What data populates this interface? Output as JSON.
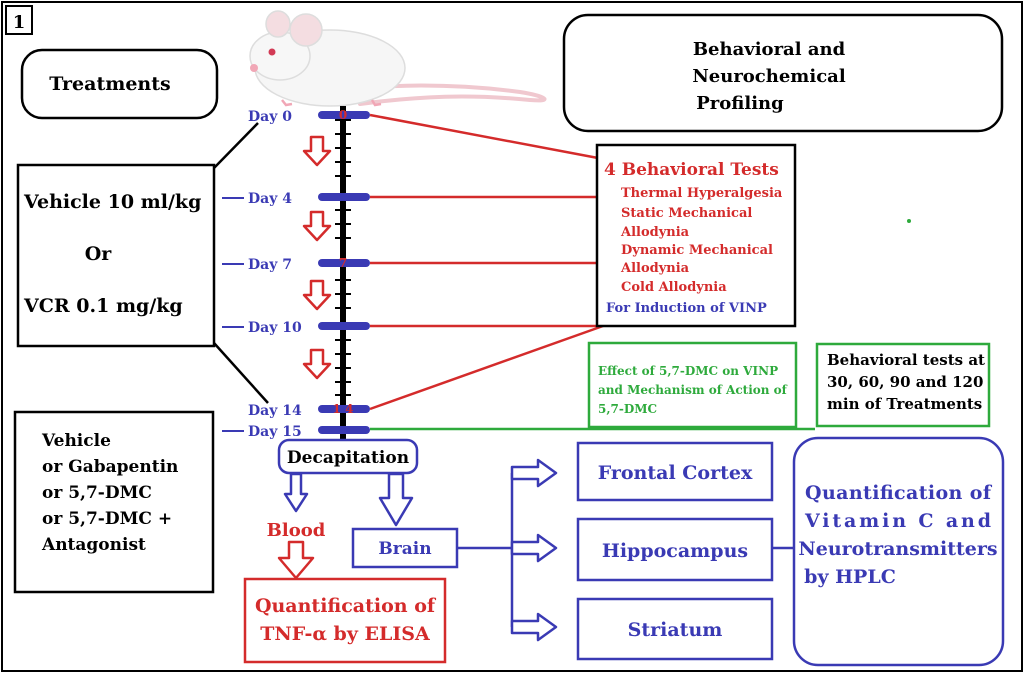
{
  "panel_label": "1",
  "treatments_title": "Treatments",
  "profiling_title": [
    "Behavioral and",
    "Neurochemical",
    "Profiling"
  ],
  "induction_group": {
    "lines": [
      "Vehicle 10 ml/kg",
      "Or",
      "VCR 0.1 mg/kg"
    ]
  },
  "treatment_group": {
    "lines": [
      "Vehicle",
      "or Gabapentin",
      "or 5,7-DMC",
      "or 5,7-DMC +",
      "Antagonist"
    ]
  },
  "timeline": {
    "days": [
      "Day 0",
      "Day 4",
      "Day 7",
      "Day 10",
      "Day 14",
      "Day 15"
    ],
    "marker_labels": [
      "0",
      "7",
      "1 4"
    ]
  },
  "behavioral_tests": {
    "title": "4 Behavioral Tests",
    "items": [
      "Thermal Hyperalgesia",
      "Static Mechanical",
      "Allodynia",
      "Dynamic Mechanical",
      "Allodynia",
      "Cold Allodynia"
    ],
    "footer": "For Induction of VINP"
  },
  "effect_box": {
    "lines": [
      "Effect of 5,7-DMC on VINP",
      "and Mechanism of Action of",
      "5,7-DMC"
    ]
  },
  "timing_box": {
    "lines": [
      "Behavioral tests at",
      "30, 60, 90 and 120",
      "min of Treatments"
    ]
  },
  "decapitation": "Decapitation",
  "blood": "Blood",
  "brain": "Brain",
  "elisa_box": {
    "lines": [
      "Quantification of",
      "TNF-α by ELISA"
    ]
  },
  "regions": [
    "Frontal Cortex",
    "Hippocampus",
    "Striatum"
  ],
  "hplc_box": {
    "lines": [
      "Quantification of",
      "Vitamin C and",
      "Neurotransmitters",
      "by HPLC"
    ]
  },
  "colors": {
    "red": "#d42b2b",
    "blue": "#3a3ab4",
    "green": "#2eaa3c",
    "black": "#000000"
  }
}
